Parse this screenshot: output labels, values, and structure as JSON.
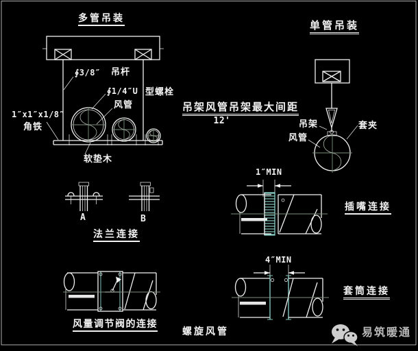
{
  "colors": {
    "background": "#000000",
    "line": "#f2f2f2",
    "accent": "#8fd8cf",
    "centerline": "#7d917d",
    "muted": "#b8b8b8"
  },
  "multi_duct": {
    "title": "多管吊装",
    "rod_size": "∮3/8″",
    "rod_name": "吊杆",
    "ubolt_size": "∮1/4″U",
    "ubolt_name": "型螺栓",
    "duct_name": "风管",
    "angle_size": "1″x1″x1/8″",
    "angle_name": "角铁",
    "pad_name": "软垫木"
  },
  "single_duct": {
    "title": "单管吊装",
    "hanger_name": "吊架",
    "clamp_name": "套夹",
    "duct_name": "风管"
  },
  "spacing_note": {
    "text": "吊架风管吊架最大间距",
    "value": "12'"
  },
  "flange": {
    "label_a": "A",
    "label_b": "B",
    "title": "法兰连接"
  },
  "slip_joint": {
    "dim": "1″MIN",
    "title": "插嘴连接"
  },
  "sleeve_joint": {
    "dim": "4″MIN",
    "title": "套筒连接"
  },
  "damper": {
    "title": "风量调节阀的连接"
  },
  "footer": {
    "spiral_label": "螺旋风管",
    "brand": "易筑暖通",
    "brand_icon": "wechat-icon"
  }
}
